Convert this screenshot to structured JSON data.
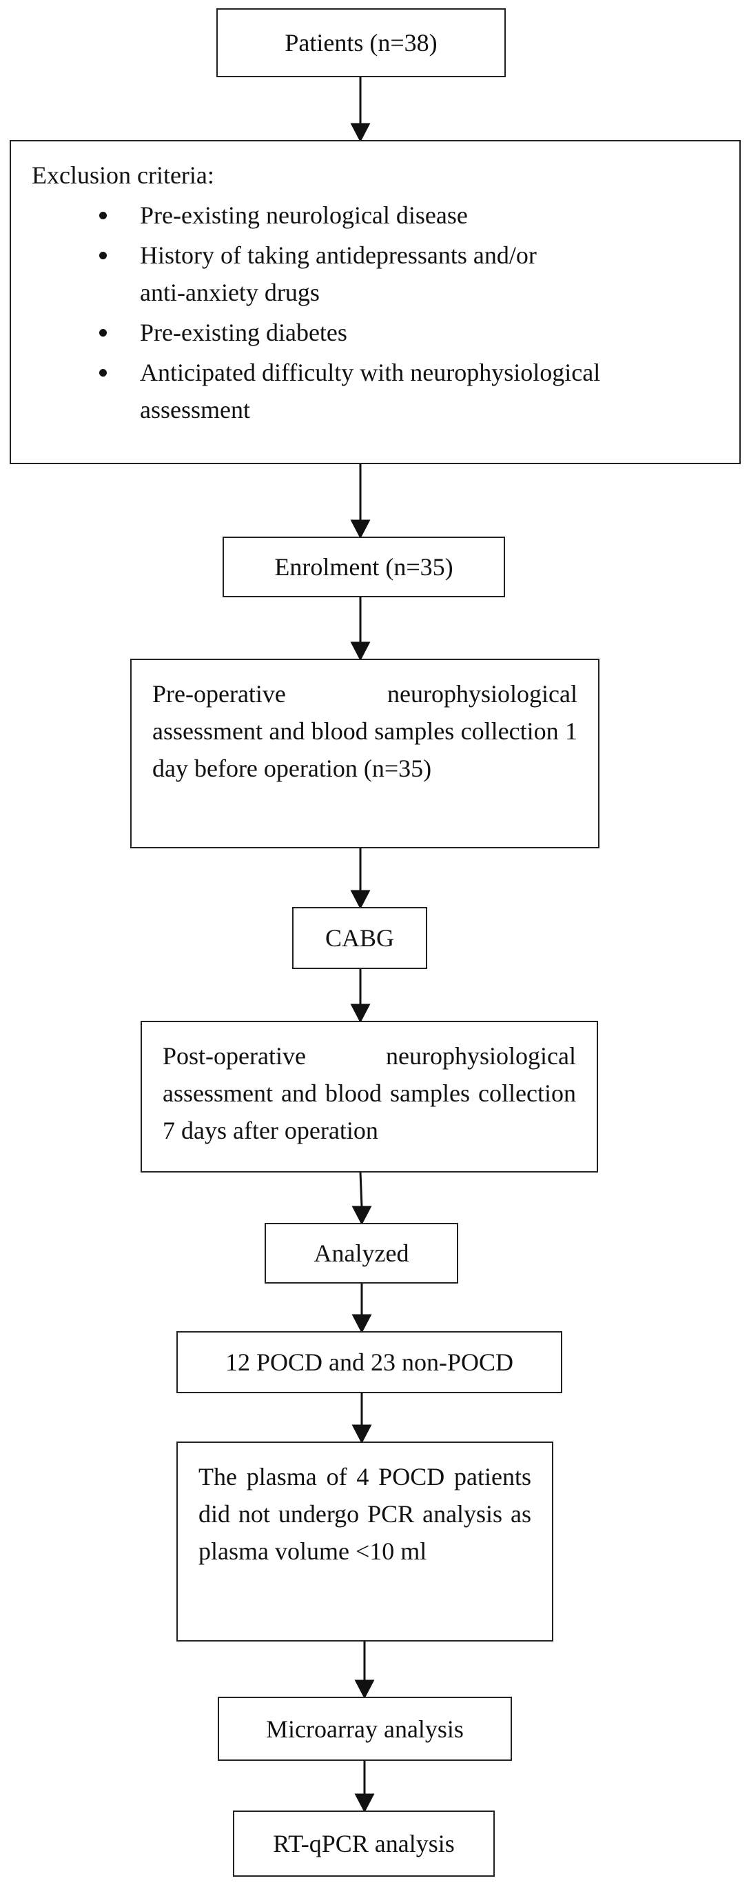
{
  "flowchart": {
    "patients": "Patients (n=38)",
    "exclusion": {
      "title": "Exclusion criteria:",
      "items": [
        {
          "lines": [
            "Pre-existing neurological disease"
          ]
        },
        {
          "lines": [
            "History of taking antidepressants and/or",
            "anti-anxiety drugs"
          ]
        },
        {
          "lines": [
            "Pre-existing diabetes"
          ]
        },
        {
          "lines": [
            "Anticipated difficulty with neurophysiological",
            "assessment"
          ]
        }
      ]
    },
    "enrolment": "Enrolment (n=35)",
    "preop": "Pre-operative neurophysiological assessment and blood samples collection 1 day before operation (n=35)",
    "cabg": "CABG",
    "postop": "Post-operative neurophysiological assessment and blood samples collection 7 days after operation",
    "analyzed": "Analyzed",
    "groups": "12 POCD and 23 non-POCD",
    "plasma_note": "The plasma of 4 POCD patients did not undergo PCR analysis as plasma volume <10 ml",
    "microarray": "Microarray analysis",
    "rtqpcr": "RT-qPCR analysis"
  }
}
